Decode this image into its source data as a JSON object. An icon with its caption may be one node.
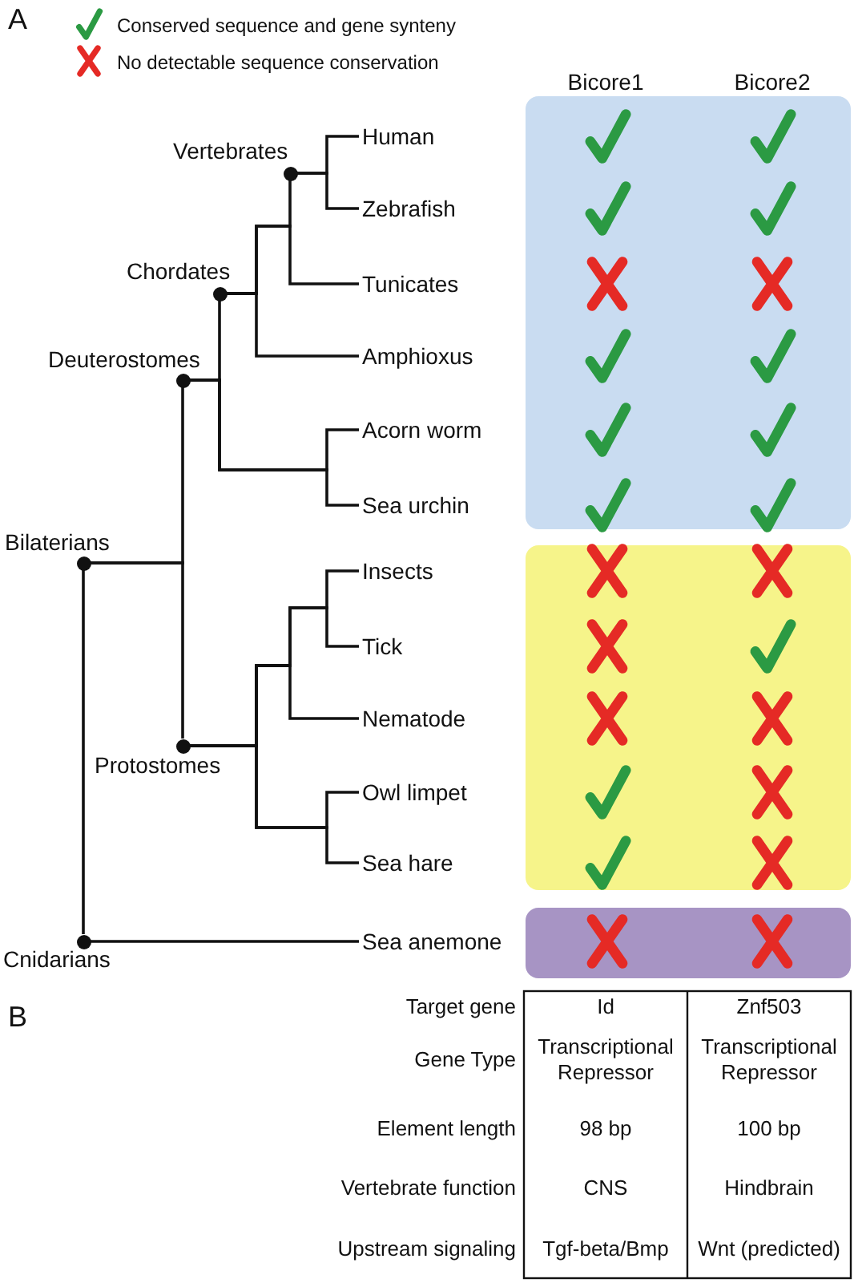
{
  "diagram": {
    "nodes": [
      {
        "text": [
          "Human"
        ]
      },
      {
        "text": [],
        "shape": "circle",
        "beside": [
          "Vertebrates"
        ]
      },
      {
        "text": [
          "Zebrafish"
        ]
      },
      {
        "text": [
          "Tunicates"
        ]
      },
      {
        "text": [],
        "shape": "circle",
        "beside": [
          "Chordates"
        ]
      },
      {
        "text": [
          "Amphioxus"
        ]
      },
      {
        "text": [],
        "shape": "circle",
        "beside": [
          "Deuterostomes"
        ]
      },
      {
        "text": [
          "Acorn worm"
        ]
      },
      {
        "text": [
          "Sea urchin"
        ]
      },
      {
        "text": [],
        "shape": "circle",
        "beside": [
          "Bilaterians"
        ]
      },
      {
        "text": [
          "Insects"
        ]
      },
      {
        "text": [
          "Tick"
        ]
      },
      {
        "text": [
          "Nematode"
        ]
      },
      {
        "text": [],
        "shape": "circle",
        "beside": [
          "Protostomes"
        ]
      },
      {
        "text": [
          "Owl limpet"
        ]
      },
      {
        "text": [
          "Sea hare"
        ]
      },
      {
        "text": [
          "Sea anemone"
        ]
      },
      {
        "text": [],
        "shape": "circle",
        "beside": [
          "Cnidarians"
        ]
      }
    ],
    "edges": [
      {
        "from": 1,
        "to": 0,
        "arrow": "none"
      },
      {
        "from": 1,
        "to": 2,
        "arrow": "none"
      },
      {
        "from": 4,
        "to": 1,
        "arrow": "none"
      },
      {
        "from": 4,
        "to": 3,
        "arrow": "none"
      },
      {
        "from": 4,
        "to": 5,
        "arrow": "none"
      },
      {
        "from": 6,
        "to": 4,
        "arrow": "none"
      },
      {
        "from": 6,
        "to": 7,
        "arrow": "none"
      },
      {
        "from": 6,
        "to": 8,
        "arrow": "none"
      },
      {
        "from": 9,
        "to": 6,
        "arrow": "none"
      },
      {
        "from": 9,
        "to": 13,
        "arrow": "none"
      },
      {
        "from": 9,
        "to": 17,
        "arrow": "none"
      },
      {
        "from": 13,
        "to": 10,
        "arrow": "none"
      },
      {
        "from": 13,
        "to": 11,
        "arrow": "none"
      },
      {
        "from": 13,
        "to": 12,
        "arrow": "none"
      },
      {
        "from": 13,
        "to": 14,
        "arrow": "none"
      },
      {
        "from": 13,
        "to": 15,
        "arrow": "none"
      },
      {
        "from": 17,
        "to": 16,
        "arrow": "none"
      }
    ],
    "labels": [
      "A",
      "Bicore1",
      "Bicore2",
      "B",
      "Target gene",
      "Id",
      "Znf503",
      "Gene Type",
      "Transcriptional Repressor",
      "Transcriptional Repressor",
      "Element length",
      "98 bp",
      "100 bp",
      "Vertebrate function",
      "CNS",
      "Hindbrain",
      "Upstream signaling",
      "Tgf-beta/Bmp",
      "Wnt (predicted)"
    ],
    "legend": [
      {
        "text": "Conserved sequence and gene synteny"
      },
      {
        "text": "No detectable sequence conservation"
      }
    ]
  }
}
